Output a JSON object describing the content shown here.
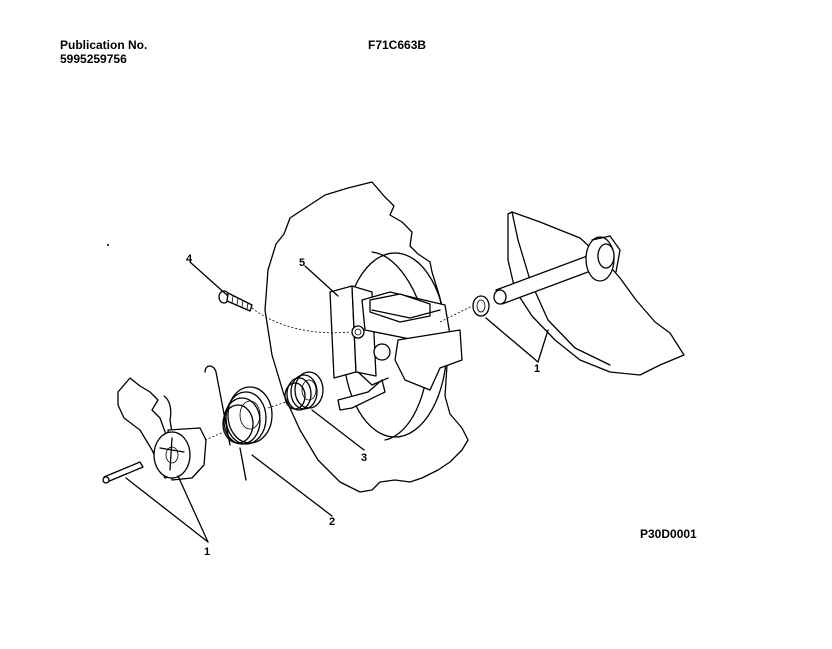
{
  "header": {
    "publication_label": "Publication No.",
    "publication_number": "5995259756",
    "model": "F71C663B"
  },
  "figure_code": "P30D0001",
  "callouts": [
    "1",
    "2",
    "3",
    "4",
    "5",
    "1"
  ]
}
